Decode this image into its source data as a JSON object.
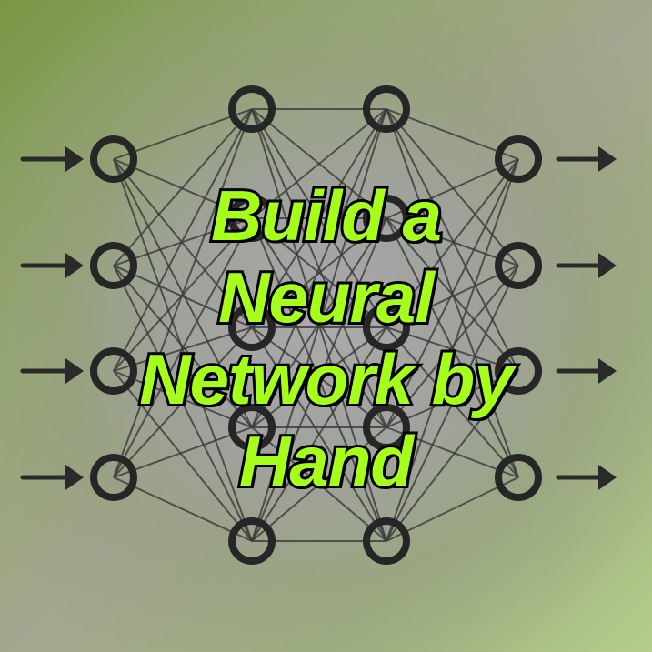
{
  "title": {
    "lines": [
      "Build a",
      "Neural",
      "Network by",
      "Hand"
    ],
    "color": "#a6ff1a",
    "outline_color": "#000000"
  },
  "network": {
    "layers": [
      4,
      4,
      4,
      4
    ],
    "node_stroke": "#262626",
    "edge_stroke": "#3a3a3a",
    "input_arrows": 4,
    "output_arrows": 4
  },
  "background": {
    "gradient_colors": [
      "#7a9646",
      "#aaaaaa",
      "#b5cc8a"
    ]
  }
}
